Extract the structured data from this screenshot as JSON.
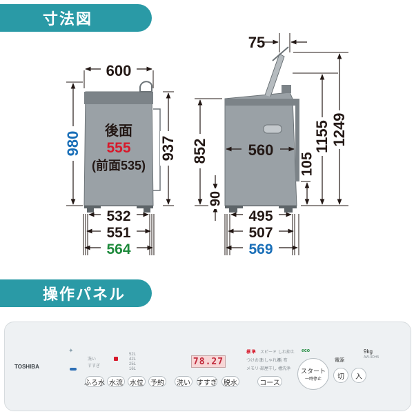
{
  "sections": {
    "dimensions_title": "寸法図",
    "panel_title": "操作パネル"
  },
  "dimensions": {
    "front": {
      "width_top": "600",
      "height": "980",
      "height_body": "937",
      "back_label": "後面",
      "back_value": "555",
      "front_note": "(前面535)",
      "bottom_1": "532",
      "bottom_2": "551",
      "bottom_3": "564"
    },
    "side": {
      "lid_open": "75",
      "depth_body": "560",
      "height_852": "852",
      "height_90": "90",
      "height_105": "105",
      "height_1155": "1155",
      "height_1249": "1249",
      "bottom_1": "495",
      "bottom_2": "507",
      "bottom_3": "569"
    }
  },
  "colors": {
    "tab": "#2a9aa6",
    "blue": "#1a6fb8",
    "green": "#1e8a3c",
    "red": "#d7192b"
  },
  "panel": {
    "brand": "TOSHIBA",
    "lcd": "78.27",
    "capacity": "9kg",
    "model": "AW-9DH5",
    "power_label": "電源",
    "eco": "eco",
    "water_levels": [
      "52L",
      "42L",
      "25L",
      "16L"
    ],
    "course_labels": [
      "標 準",
      "スピード",
      "しわ抑え",
      "つけおき",
      "おしゃれ着",
      "毛 布",
      "メモリー",
      "部屋干し",
      "槽洗浄"
    ],
    "left_small": [
      "洗い",
      "すすぎ"
    ],
    "buttons": {
      "bath": "ふろ水",
      "flow": "水流",
      "level": "水位",
      "timer": "予約",
      "wash": "洗い",
      "rinse": "すすぎ",
      "spin": "脱水",
      "course": "コース",
      "start": "スタート",
      "pause": "一時停止",
      "off": "切",
      "on": "入"
    }
  }
}
